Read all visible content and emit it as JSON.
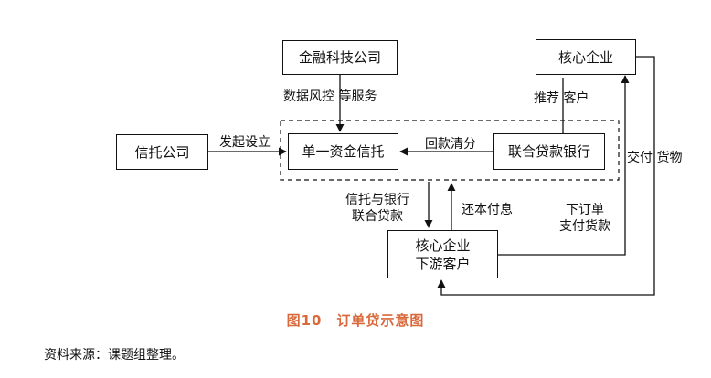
{
  "nodes": {
    "fintech": "金融科技公司",
    "core_top": "核心企业",
    "trust_company": "信托公司",
    "single_trust": "单一资金信托",
    "joint_bank": "联合贷款银行",
    "downstream_line1": "核心企业",
    "downstream_line2": "下游客户"
  },
  "edges": {
    "data_risk": "数据风控 等服务",
    "recommend": "推荐 客户",
    "initiate": "发起设立",
    "repay_collect": "回款清分",
    "deliver": "交付 货物",
    "loan_line1": "信托与银行",
    "loan_line2": "联合贷款",
    "repay": "还本付息",
    "order_line1": "下订单",
    "order_line2": "支付货款"
  },
  "caption": "图10　订单贷示意图",
  "source": "资料来源：课题组整理。",
  "colors": {
    "caption": "#d9683a",
    "line": "#111111"
  }
}
